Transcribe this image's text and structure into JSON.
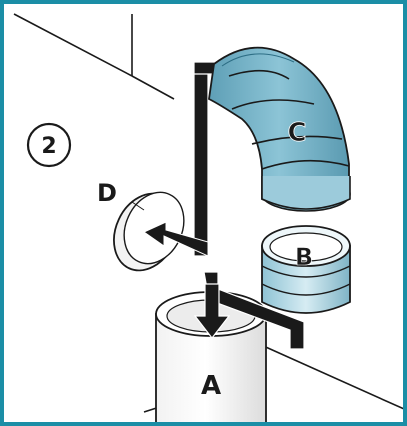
{
  "step_number": "2",
  "labels": {
    "a": "A",
    "b": "B",
    "c": "C",
    "d": "D"
  },
  "colors": {
    "frame": "#1b8ea6",
    "duct_blue": "#79b8cc",
    "duct_blue_dark": "#4f95ad",
    "duct_blue_light": "#a9d3e0",
    "arrow": "#1a1a1a",
    "line": "#1a1a1a"
  }
}
